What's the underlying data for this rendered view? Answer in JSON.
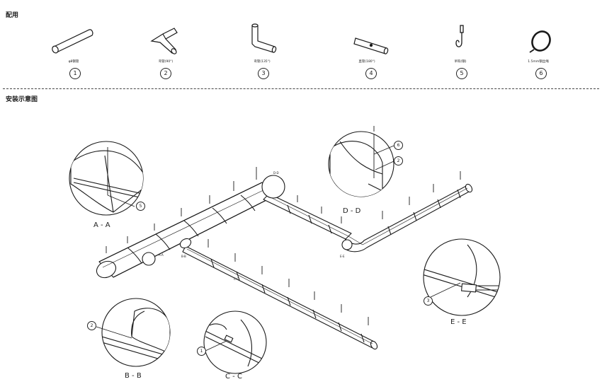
{
  "sections": {
    "parts_title": "配用",
    "install_title": "安装示意图"
  },
  "parts": [
    {
      "num": "1",
      "caption": "φ8钢管",
      "icon": "straight-pipe-icon"
    },
    {
      "num": "2",
      "caption": "弯管(90°)",
      "icon": "elbow-90-icon"
    },
    {
      "num": "3",
      "caption": "弯管(135°)",
      "icon": "elbow-135-icon"
    },
    {
      "num": "4",
      "caption": "直管(180°)",
      "icon": "straight-joint-icon"
    },
    {
      "num": "5",
      "caption": "吊钩(钢)",
      "icon": "hook-icon"
    },
    {
      "num": "6",
      "caption": "1.5mm钢丝绳",
      "icon": "wire-coil-icon"
    }
  ],
  "details": {
    "aa": "A - A",
    "bb": "B - B",
    "cc": "C - C",
    "dd": "D - D",
    "ee": "E - E"
  },
  "callouts": {
    "aa": "5",
    "bb": "2",
    "cc": "1",
    "dd_top": "6",
    "dd_bottom": "2",
    "ee": "3"
  },
  "section_marks": {
    "a": "A-A",
    "b": "B-B",
    "c": "C-C",
    "d": "D-D",
    "e": "E-E"
  },
  "colors": {
    "ink": "#1a1a1a",
    "background": "#ffffff"
  }
}
